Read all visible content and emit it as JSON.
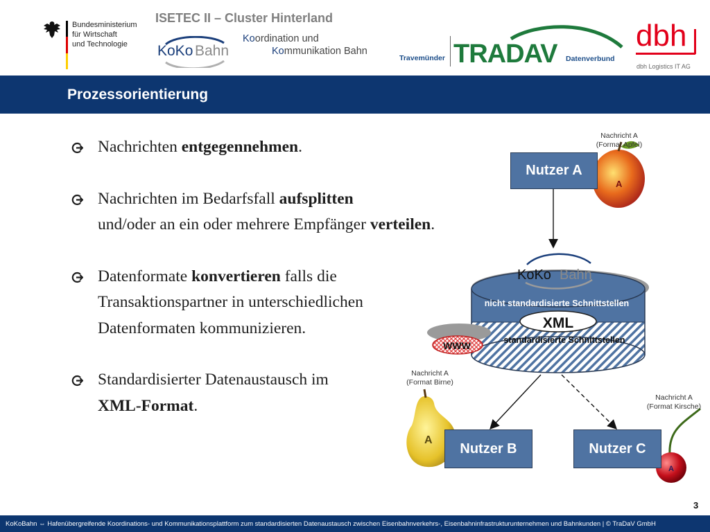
{
  "header": {
    "ministry_lines": [
      "Bundesministerium",
      "für Wirtschaft",
      "und Technologie"
    ],
    "project_title": "ISETEC II – Cluster Hinterland",
    "kokobahn_logo_text": {
      "ko1": "KoKo",
      "bahn": "Bahn"
    },
    "koordination": {
      "line1_prefix": "Ko",
      "line1_rest": "ordination und",
      "line2_prefix": "Ko",
      "line2_rest": "mmunikation Bahn"
    },
    "tradav": {
      "left": "Travemünder",
      "logo": "TRADAV",
      "right": "Datenverbund"
    },
    "dbh": {
      "logo": "dbh",
      "subtitle": "dbh Logistics IT AG"
    }
  },
  "slide": {
    "title": "Prozessorientierung",
    "bullets": [
      {
        "parts": [
          "Nachrichten ",
          "entgegennehmen",
          "."
        ]
      },
      {
        "parts": [
          "Nachrichten im Bedarfsfall ",
          "aufsplitten"
        ],
        "line2": [
          "und/oder an ein oder mehrere Empfänger ",
          "verteilen",
          "."
        ]
      },
      {
        "parts": [
          "Datenformate ",
          "konvertieren",
          " falls die"
        ],
        "line2": "Transaktionspartner in unterschiedlichen",
        "line3": "Datenformaten kommunizieren."
      },
      {
        "parts": [
          "Standardisierter Datenaustausch im"
        ],
        "line2": [
          "XML-Format",
          "."
        ]
      }
    ]
  },
  "diagram": {
    "user_a": "Nutzer A",
    "user_b": "Nutzer B",
    "user_c": "Nutzer C",
    "msg_a_apple": [
      "Nachricht A",
      "(Format Apfel)"
    ],
    "msg_a_pear": [
      "Nachricht A",
      "(Format Birne)"
    ],
    "msg_a_cherry": [
      "Nachricht A",
      "(Format Kirsche)"
    ],
    "fruit_mark": "A",
    "db_top_label": "nicht standardisierte Schnittstellen",
    "db_bottom_label": "standardisierte Schnittstellen",
    "xml_label": "XML",
    "www_label": "WWW",
    "hub_logo": {
      "ko": "KoKo",
      "bahn": "Bahn"
    }
  },
  "footer": {
    "page_number": "3",
    "text": "KoKoBahn ⇔ Hafenübergreifende Koordinations- und Kommunikationsplattform zum standardisierten Datenaustausch zwischen Eisenbahnverkehrs-, Eisenbahninfrastrukturunternehmen und Bahnkunden | © TraDaV GmbH"
  },
  "colors": {
    "title_bar": "#0d3670",
    "user_box": "#4f73a2",
    "db_blue": "#4f73a2",
    "dbh_red": "#e2001a",
    "tradav_green": "#1e7a3c"
  }
}
